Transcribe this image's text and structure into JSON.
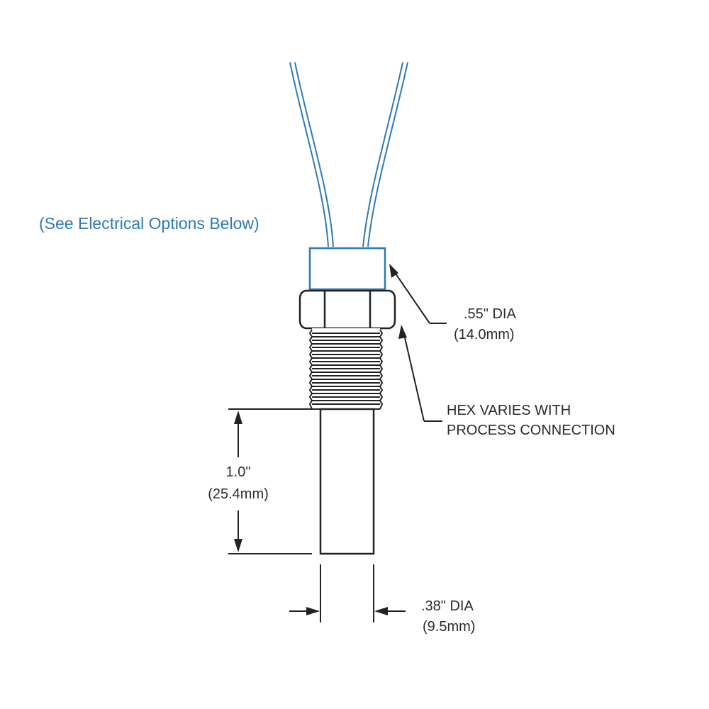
{
  "note": "(See Electrical Options Below)",
  "dim_head": {
    "line1": ".55\" DIA",
    "line2": "(14.0mm)"
  },
  "hex_note": {
    "line1": "HEX VARIES WITH",
    "line2": "PROCESS CONNECTION"
  },
  "dim_length": {
    "line1": "1.0\"",
    "line2": "(25.4mm)"
  },
  "dim_probe": {
    "line1": ".38\" DIA",
    "line2": "(9.5mm)"
  },
  "colors": {
    "wire": "#2f79b8",
    "line": "#222222",
    "text": "#2b2b2b"
  }
}
